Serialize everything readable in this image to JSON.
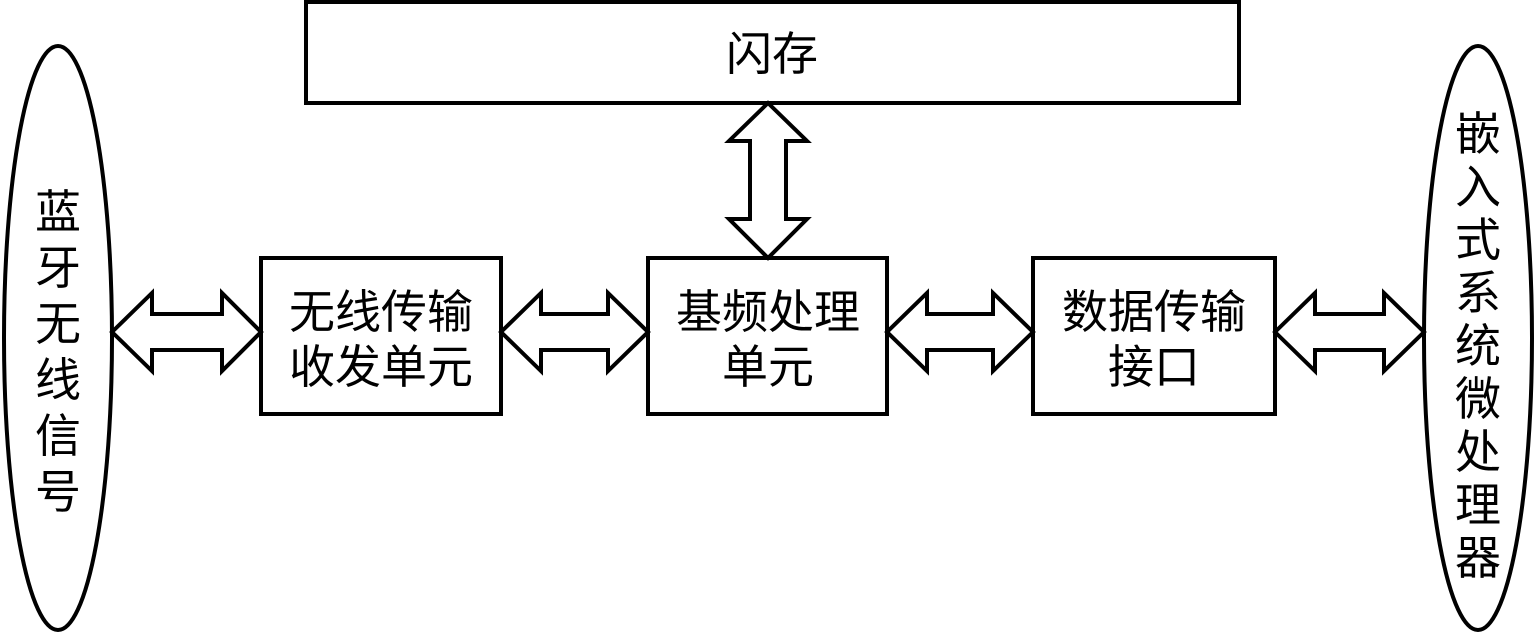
{
  "nodes": {
    "bluetooth_signal": "蓝牙无线信号",
    "flash": "闪存",
    "transceiver": {
      "line1": "无线传输",
      "line2": "收发单元"
    },
    "baseband": {
      "line1": "基频处理",
      "line2": "单元"
    },
    "data_interface": {
      "line1": "数据传输",
      "line2": "接口"
    },
    "embedded_mcu": "嵌入式系统微处理器"
  }
}
